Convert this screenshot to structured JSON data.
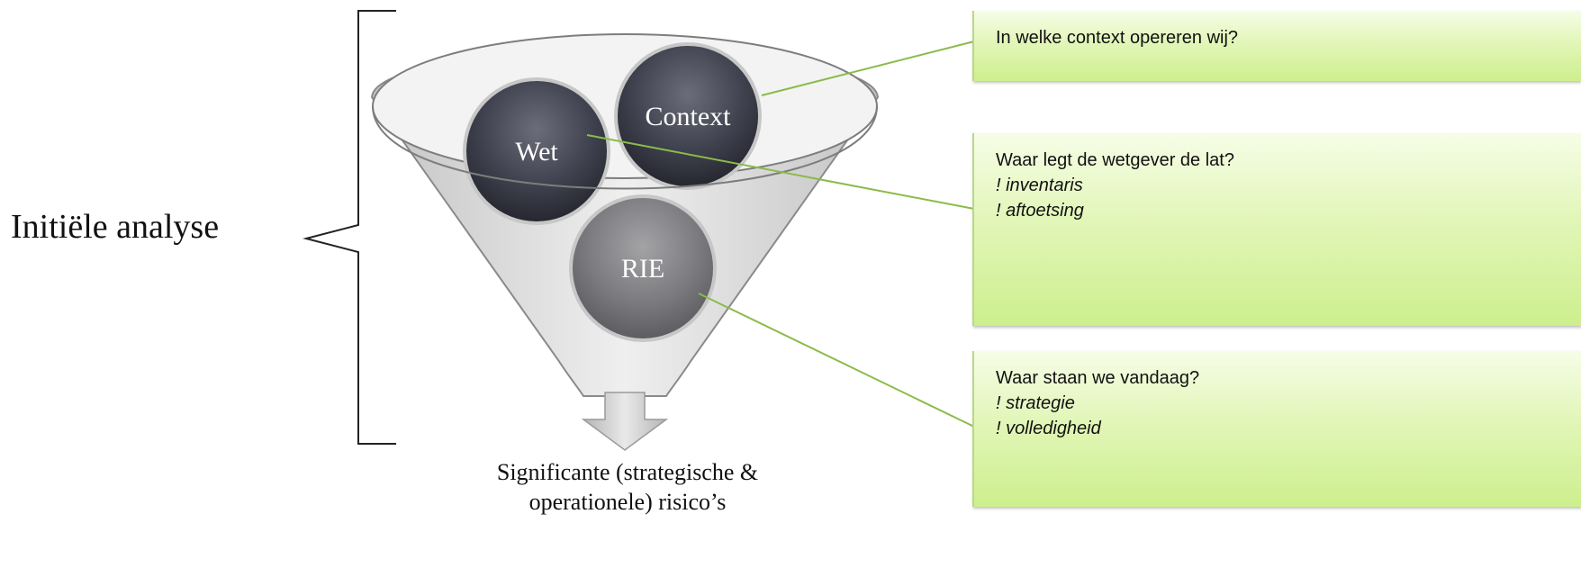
{
  "left_label": "Initiële analyse",
  "circles": {
    "wet": "Wet",
    "context": "Context",
    "rie": "RIE"
  },
  "output": {
    "line1": "Significante (strategische &",
    "line2": "operationele) risico’s"
  },
  "notes": [
    {
      "title": "In welke context opereren wij?",
      "items": []
    },
    {
      "title": "Waar legt de wetgever de lat?",
      "items": [
        "! inventaris",
        "! aftoetsing"
      ]
    },
    {
      "title": "Waar staan we vandaag?",
      "items": [
        "! strategie",
        "! volledigheid"
      ]
    }
  ],
  "colors": {
    "note_fill": "#d8f3a5",
    "connector": "#8bbb4a",
    "circle_dark": "#3d3f4c",
    "circle_mid": "#707074",
    "funnel": "#d4d4d4"
  }
}
